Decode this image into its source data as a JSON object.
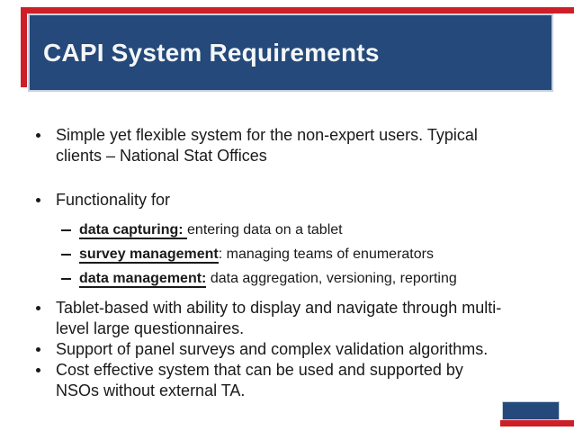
{
  "title": "CAPI System Requirements",
  "colors": {
    "brand_blue": "#24497a",
    "accent_red": "#cd1f28",
    "title_text": "#f4f6f8",
    "body_text": "#1a1a1a"
  },
  "bullets": {
    "b1": {
      "lines": [
        "Simple yet flexible system for the non-expert users. Typical",
        "clients – National Stat Offices"
      ]
    },
    "b2": {
      "lines": [
        "Functionality for"
      ],
      "sub_items": [
        {
          "lead": "data capturing: ",
          "rest": "entering data on a tablet"
        },
        {
          "lead": "survey management",
          "rest": ": managing teams of enumerators"
        },
        {
          "lead": "data management:",
          "rest": " data aggregation, versioning, reporting"
        }
      ]
    },
    "b3": {
      "lines": [
        "Tablet-based with ability to display and navigate through multi-",
        "level large questionnaires."
      ]
    },
    "b4": {
      "lines": [
        "Support of panel surveys and complex validation algorithms."
      ]
    },
    "b5": {
      "lines": [
        "Cost effective system that can be used and supported by",
        "NSOs without external TA."
      ]
    }
  }
}
